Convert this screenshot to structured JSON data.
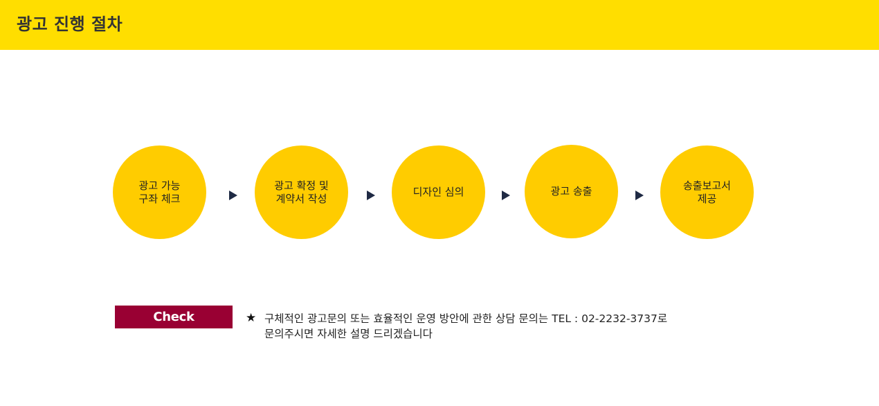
{
  "header": {
    "title": "광고 진행 절차",
    "background_color": "#FFDE00"
  },
  "process": {
    "circle_color": "#FFCC00",
    "arrow_icon": "triangle-right-icon",
    "steps": [
      {
        "line1": "광고 가능",
        "line2": "구좌 체크"
      },
      {
        "line1": "광고 확정 및",
        "line2": "계약서 작성"
      },
      {
        "line1": "디자인 심의",
        "line2": ""
      },
      {
        "line1": "광고 송출",
        "line2": ""
      },
      {
        "line1": "송출보고서",
        "line2": "제공"
      }
    ]
  },
  "check": {
    "label": "Check",
    "background_color": "#990033"
  },
  "notice": {
    "star": "★",
    "line1": "구체적인 광고문의 또는 효율적인 운영 방안에 관한  상담 문의는  TEL : 02-2232-3737로",
    "line2": "문의주시면 자세한 설명 드리겠습니다"
  }
}
